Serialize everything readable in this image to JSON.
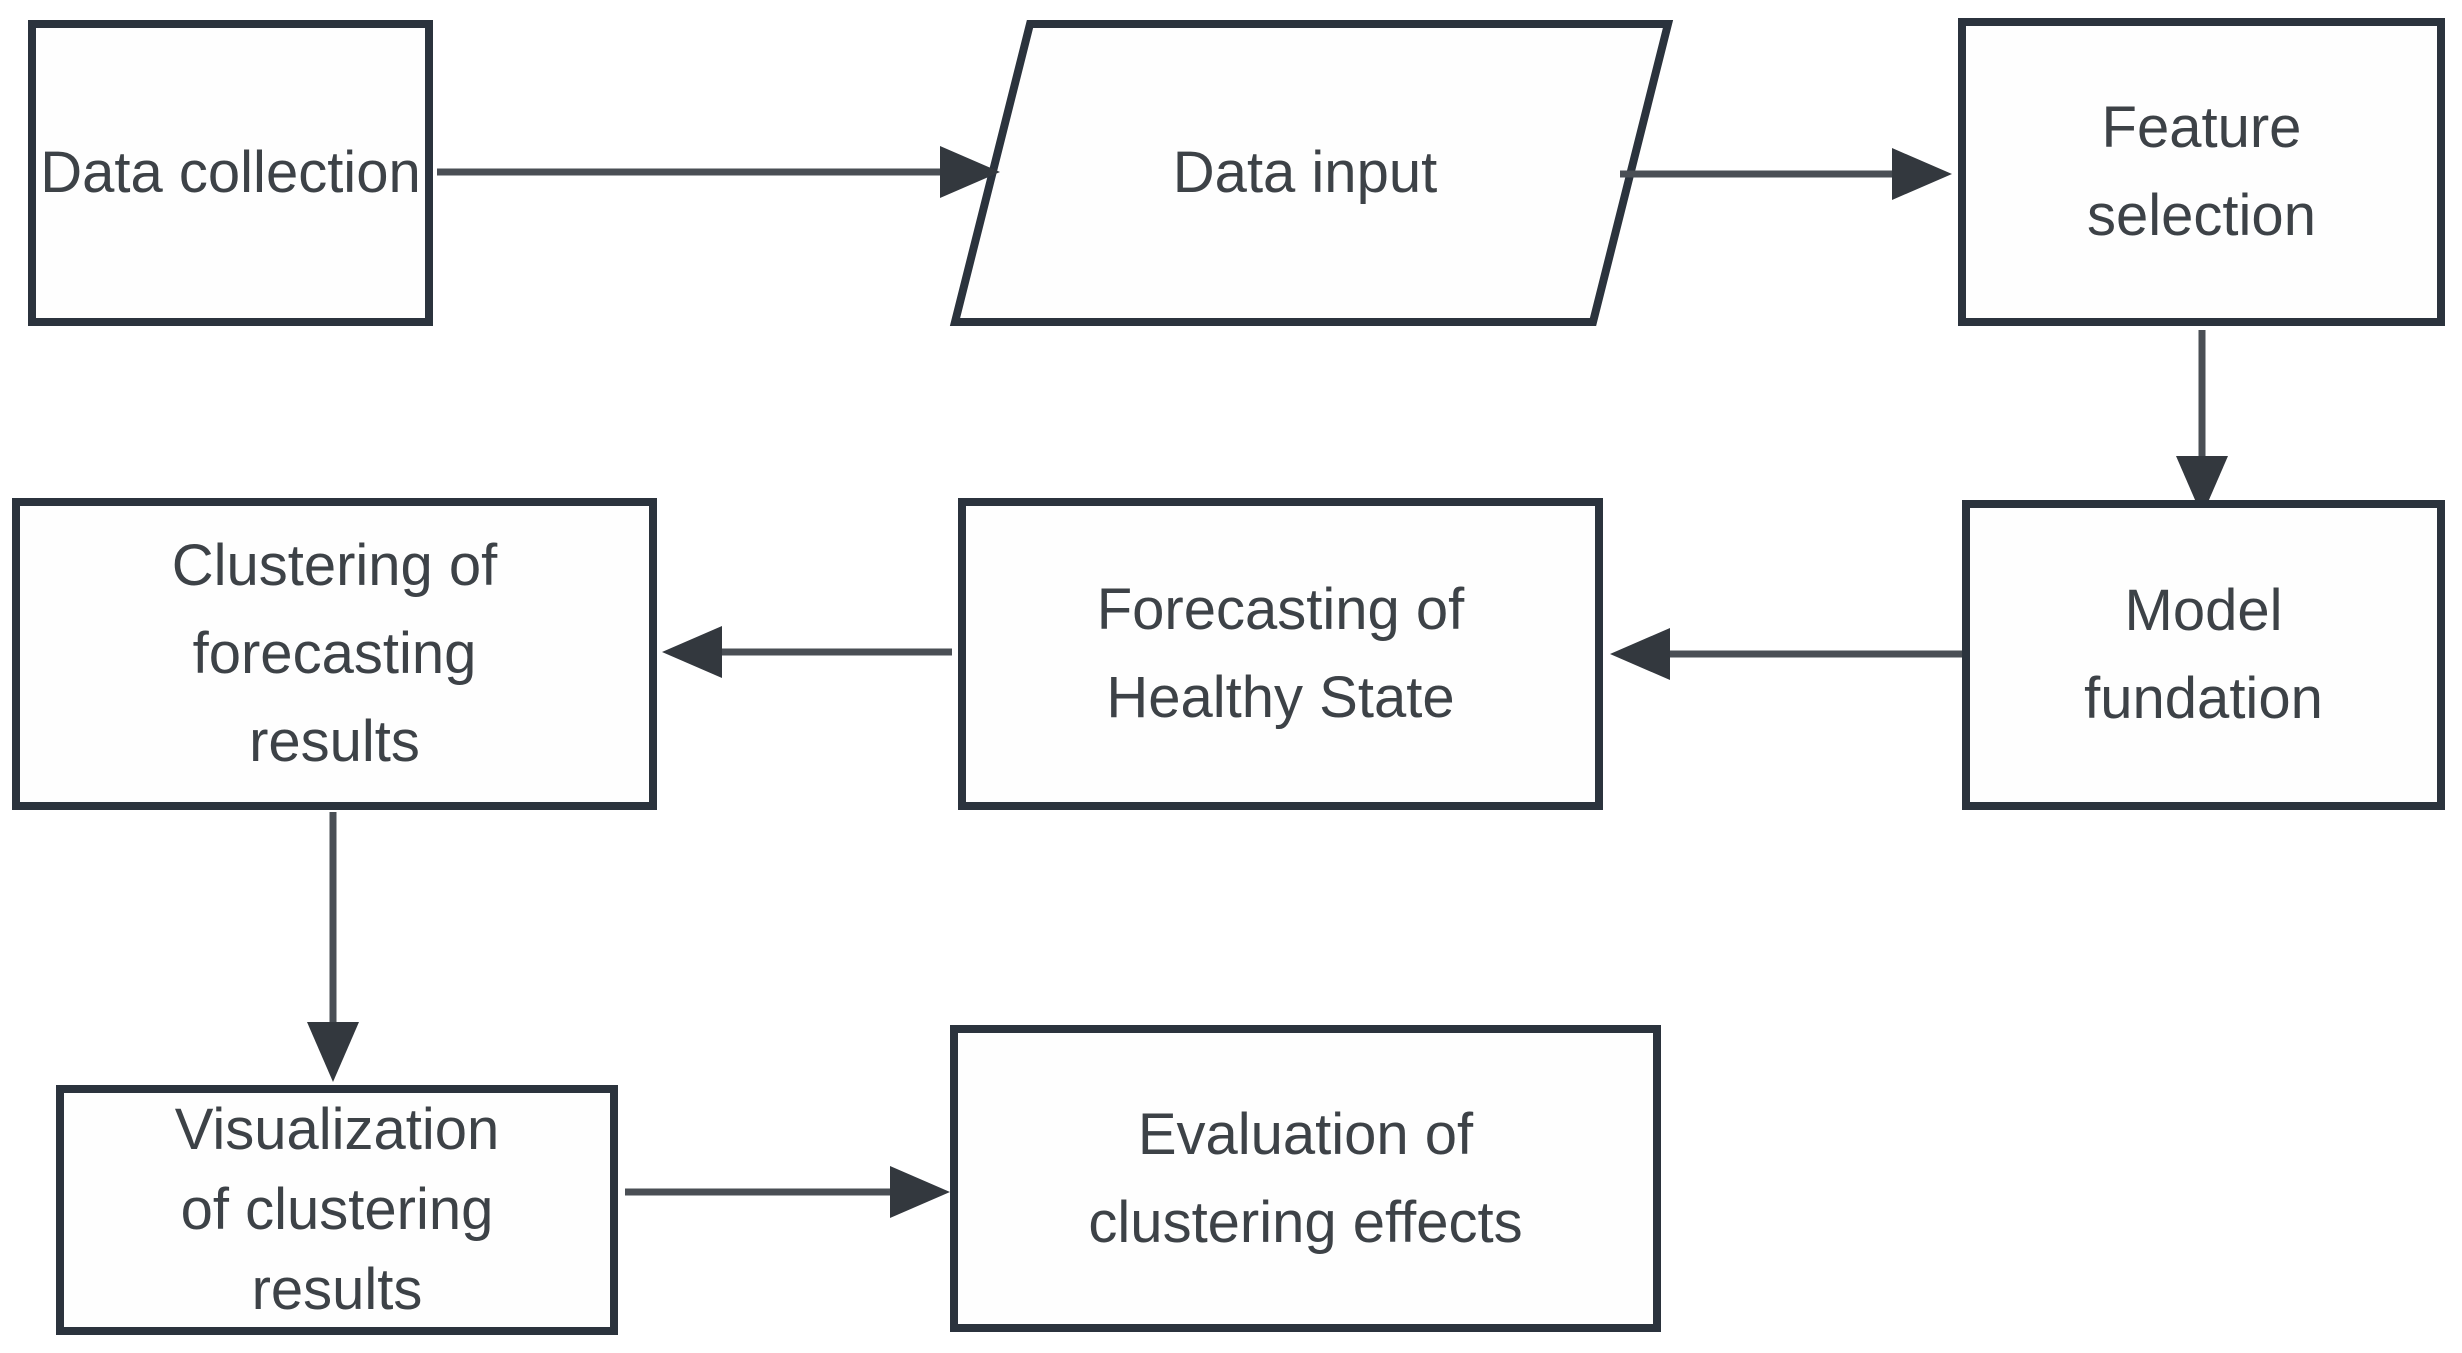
{
  "diagram": {
    "type": "flowchart",
    "colors": {
      "background": "#ffffff",
      "node_fill": "#fefefe",
      "node_border": "#2b333d",
      "text": "#3d4247",
      "arrow_line": "#4a4f55",
      "arrow_head": "#33383e"
    },
    "nodes": {
      "data_collection": {
        "shape": "rectangle",
        "label": "Data collection",
        "lines": [
          "Data collection"
        ]
      },
      "data_input": {
        "shape": "parallelogram",
        "label": "Data input",
        "lines": [
          "Data input"
        ]
      },
      "feature_selection": {
        "shape": "rectangle",
        "label": "Feature selection",
        "lines": [
          "Feature",
          "selection"
        ]
      },
      "model_fundation": {
        "shape": "rectangle",
        "label": "Model fundation",
        "lines": [
          "Model",
          "fundation"
        ]
      },
      "forecasting_healthy_state": {
        "shape": "rectangle",
        "label": "Forecasting of Healthy State",
        "lines": [
          "Forecasting of",
          "Healthy State"
        ]
      },
      "clustering_forecasting_results": {
        "shape": "rectangle",
        "label": "Clustering of forecasting results",
        "lines": [
          "Clustering of",
          "forecasting",
          "results"
        ]
      },
      "visualization_clustering_results": {
        "shape": "rectangle",
        "label": "Visualization of clustering results",
        "lines": [
          "Visualization",
          "of clustering",
          "results"
        ]
      },
      "evaluation_clustering_effects": {
        "shape": "rectangle",
        "label": "Evaluation of clustering effects",
        "lines": [
          "Evaluation of",
          "clustering effects"
        ]
      }
    },
    "edges": [
      {
        "from": "data_collection",
        "to": "data_input"
      },
      {
        "from": "data_input",
        "to": "feature_selection"
      },
      {
        "from": "feature_selection",
        "to": "model_fundation"
      },
      {
        "from": "model_fundation",
        "to": "forecasting_healthy_state"
      },
      {
        "from": "forecasting_healthy_state",
        "to": "clustering_forecasting_results"
      },
      {
        "from": "clustering_forecasting_results",
        "to": "visualization_clustering_results"
      },
      {
        "from": "visualization_clustering_results",
        "to": "evaluation_clustering_effects"
      }
    ]
  }
}
